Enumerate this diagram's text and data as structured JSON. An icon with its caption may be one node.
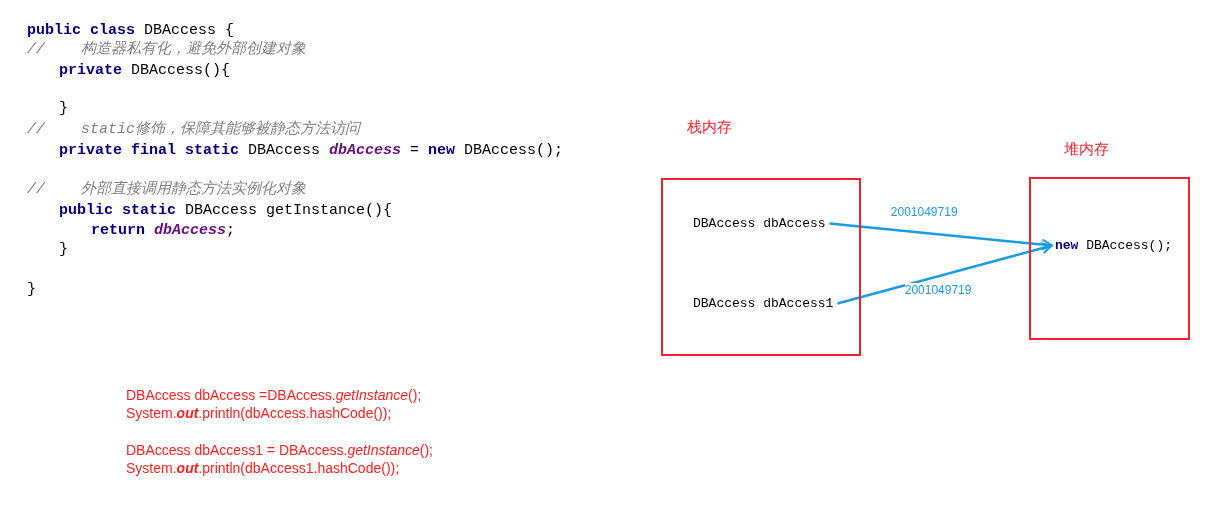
{
  "diagram": {
    "nodes": [
      {
        "text": [
          "栈内存"
        ]
      },
      {
        "text": [
          "DBAccess dbAccess"
        ],
        "in": 0
      },
      {
        "text": [
          "DBAccess dbAccess1"
        ],
        "in": 0
      },
      {
        "text": [
          "堆内存"
        ]
      },
      {
        "text": [
          "**new** DBAccess();"
        ],
        "in": 3
      }
    ],
    "edges": [
      {
        "from": 1,
        "to": 4,
        "arrow": "to",
        "label": "2001049719"
      },
      {
        "from": 2,
        "to": 4,
        "arrow": "to",
        "label": "2001049719"
      }
    ],
    "labels": [
      "**public class** DBAccess {",
      "//    构造器私有化，避免外部创建对象",
      "**private** DBAccess(){",
      "}",
      "//    static修饰，保障其能够被静态方法访问",
      "**private final static** DBAccess *dbAccess* = **new** DBAccess();",
      "//    外部直接调用静态方法实例化对象",
      "**public static** DBAccess getInstance(){",
      "**return** *dbAccess*;",
      "}",
      "}",
      "DBAccess dbAccess =DBAccess.*getInstance*();",
      "System.**out**.println(dbAccess.hashCode());",
      "DBAccess dbAccess1 = DBAccess.*getInstance*();",
      "System.**out**.println(dbAccess1.hashCode());"
    ]
  }
}
